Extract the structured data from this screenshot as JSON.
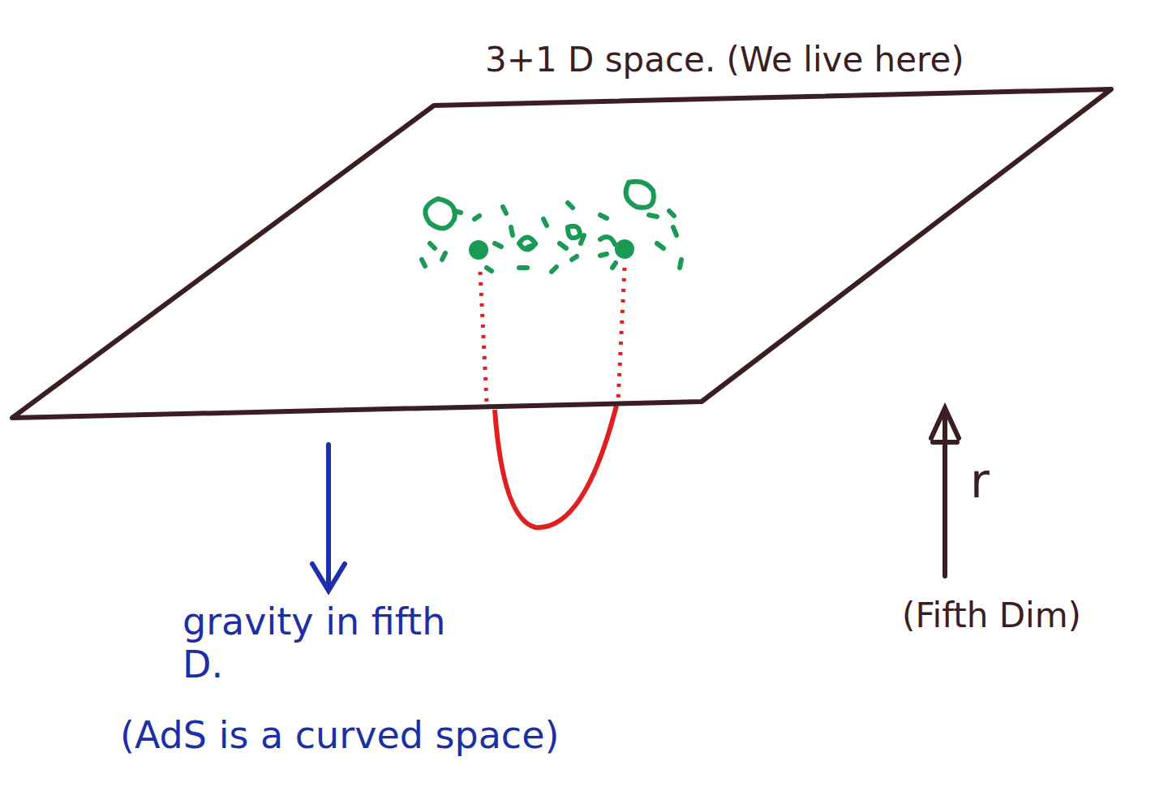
{
  "diagram": {
    "nodes": [
      {
        "text": [
          "3+1 D space. (We live here)"
        ]
      }
    ],
    "labels": [
      "gravity in fifth D.",
      "(AdS is a curved space)",
      "r",
      "(Fifth Dim)"
    ]
  }
}
